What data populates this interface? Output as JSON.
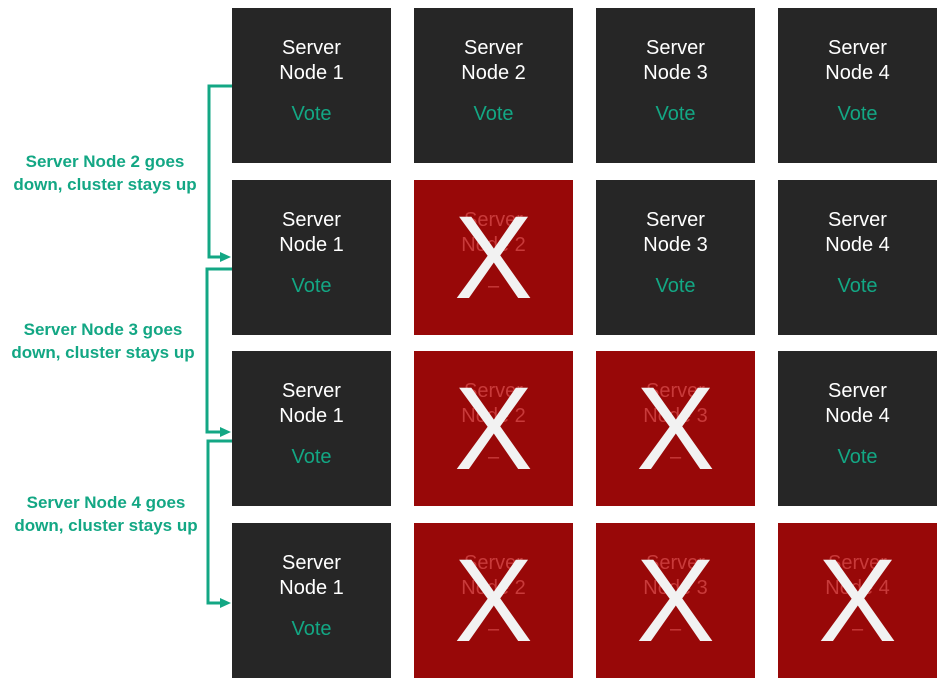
{
  "colors": {
    "node_up": "#262626",
    "node_down": "#980808",
    "accent_green": "#13a784",
    "x_mark": "#f2f2f2"
  },
  "rows": [
    {
      "nodes": [
        {
          "line1": "Server",
          "line2": "Node 1",
          "vote": "Vote",
          "status": "up"
        },
        {
          "line1": "Server",
          "line2": "Node 2",
          "vote": "Vote",
          "status": "up"
        },
        {
          "line1": "Server",
          "line2": "Node 3",
          "vote": "Vote",
          "status": "up"
        },
        {
          "line1": "Server",
          "line2": "Node 4",
          "vote": "Vote",
          "status": "up"
        }
      ]
    },
    {
      "nodes": [
        {
          "line1": "Server",
          "line2": "Node 1",
          "vote": "Vote",
          "status": "up"
        },
        {
          "line1": "Server",
          "line2": "Node 2",
          "vote": "–",
          "status": "down"
        },
        {
          "line1": "Server",
          "line2": "Node 3",
          "vote": "Vote",
          "status": "up"
        },
        {
          "line1": "Server",
          "line2": "Node 4",
          "vote": "Vote",
          "status": "up"
        }
      ]
    },
    {
      "nodes": [
        {
          "line1": "Server",
          "line2": "Node 1",
          "vote": "Vote",
          "status": "up"
        },
        {
          "line1": "Server",
          "line2": "Node 2",
          "vote": "–",
          "status": "down"
        },
        {
          "line1": "Server",
          "line2": "Node 3",
          "vote": "–",
          "status": "down"
        },
        {
          "line1": "Server",
          "line2": "Node 4",
          "vote": "Vote",
          "status": "up"
        }
      ]
    },
    {
      "nodes": [
        {
          "line1": "Server",
          "line2": "Node 1",
          "vote": "Vote",
          "status": "up"
        },
        {
          "line1": "Server",
          "line2": "Node 2",
          "vote": "–",
          "status": "down"
        },
        {
          "line1": "Server",
          "line2": "Node 3",
          "vote": "–",
          "status": "down"
        },
        {
          "line1": "Server",
          "line2": "Node 4",
          "vote": "–",
          "status": "down"
        }
      ]
    }
  ],
  "down_mark": "X",
  "captions": [
    {
      "line1": "Server Node 2 goes",
      "line2": "down, cluster stays up"
    },
    {
      "line1": "Server Node 3 goes",
      "line2": "down, cluster stays up"
    },
    {
      "line1": "Server Node 4 goes",
      "line2": "down, cluster stays up"
    }
  ]
}
